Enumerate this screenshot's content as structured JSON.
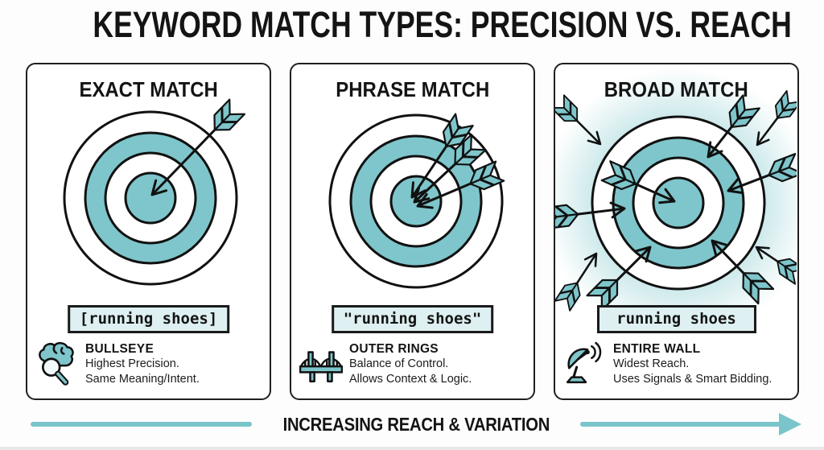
{
  "title": "KEYWORD MATCH TYPES: PRECISION VS. REACH",
  "panels": [
    {
      "id": "exact",
      "header": "EXACT MATCH",
      "keyword": "[running shoes]",
      "icon": "brain-magnifier-icon",
      "feature_title": "BULLSEYE",
      "feature_lines": [
        "Highest Precision.",
        "Same Meaning/Intent."
      ]
    },
    {
      "id": "phrase",
      "header": "PHRASE MATCH",
      "keyword": "\"running shoes\"",
      "icon": "bridge-icon",
      "feature_title": "OUTER RINGS",
      "feature_lines": [
        "Balance of Control.",
        "Allows Context & Logic."
      ]
    },
    {
      "id": "broad",
      "header": "BROAD MATCH",
      "keyword": "running shoes",
      "icon": "satellite-dish-icon",
      "feature_title": "ENTIRE WALL",
      "feature_lines": [
        "Widest Reach.",
        "Uses Signals & Smart Bidding."
      ]
    }
  ],
  "footer": {
    "arrow_label": "INCREASING REACH & VARIATION"
  },
  "colors": {
    "teal": "#7ec6cb",
    "teal-line": "#79c5ca",
    "keyword-bg": "#def0f2",
    "ink": "#141414"
  }
}
